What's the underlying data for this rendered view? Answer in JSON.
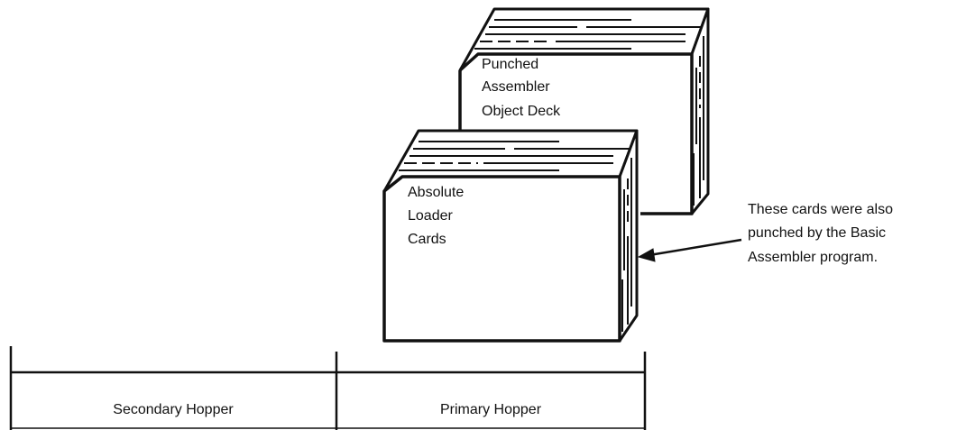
{
  "colors": {
    "ink": "#111111",
    "paper": "#ffffff"
  },
  "back_deck": {
    "lines": [
      "Punched",
      "Assembler",
      "Object Deck"
    ]
  },
  "front_deck": {
    "lines": [
      "Absolute",
      "Loader",
      "Cards"
    ]
  },
  "callout": {
    "lines": [
      "These cards were also",
      "punched by the Basic",
      "Assembler program."
    ]
  },
  "hoppers": {
    "secondary": "Secondary Hopper",
    "primary": "Primary Hopper"
  }
}
